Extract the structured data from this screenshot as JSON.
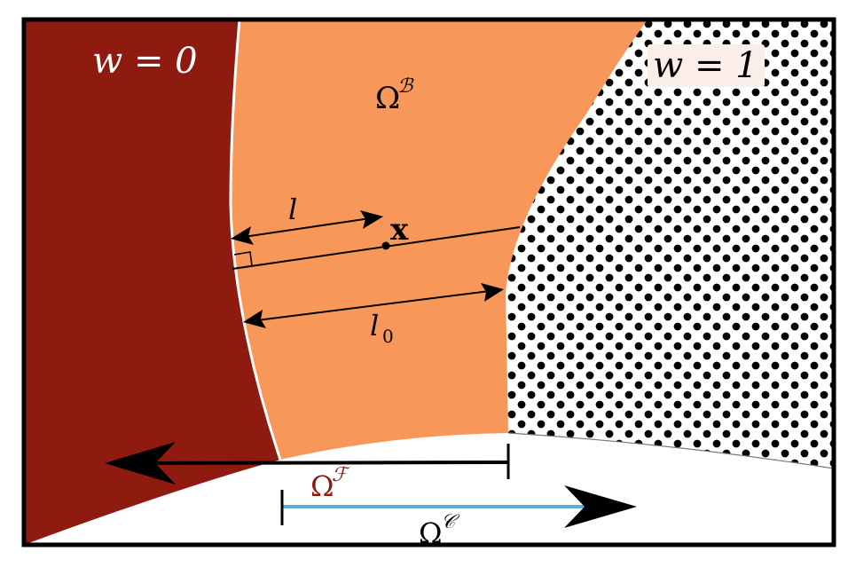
{
  "labels": {
    "w_left": "w = 0",
    "w_right": "w = 1",
    "omega_B": "Ω",
    "omega_B_sup": "ℬ",
    "omega_F": "Ω",
    "omega_F_sup": "ℱ",
    "omega_C": "Ω",
    "omega_C_sup": "𝒞",
    "point_x": "x",
    "dist_l": "l",
    "dist_l0": "l",
    "dist_l0_sub": "0"
  },
  "colors": {
    "fluid_region": "#8f1a10",
    "boundary_region": "#f7975a",
    "solid_region_dots": "#000000",
    "solid_region_bg": "#ffffff",
    "frame": "#000000",
    "omega_F_label": "#8f1a10",
    "omega_C_arrow": "#5aaed8",
    "omega_F_arrow": "#000000",
    "w_right_label_bg": "#fbeee8"
  }
}
